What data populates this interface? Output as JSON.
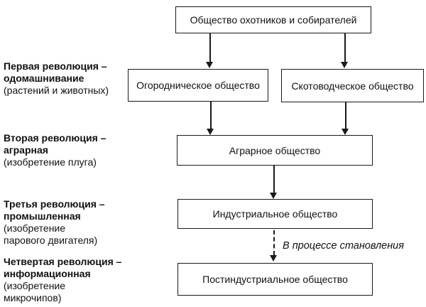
{
  "boxes": {
    "hunters": "Общество охотников и собирателей",
    "horticultural": "Огородническое общество",
    "pastoral": "Скотоводческое общество",
    "agrarian": "Аграрное общество",
    "industrial": "Индустриальное общество",
    "postindustrial": "Постиндустриальное общество"
  },
  "annotation": {
    "in_formation": "В процессе становления"
  },
  "revolutions": [
    {
      "title": "Первая революция –",
      "name": "одомашнивание",
      "note1": "(растений и животных)"
    },
    {
      "title": "Вторая революция –",
      "name": "аграрная",
      "note1": "(изобретение плуга)"
    },
    {
      "title": "Третья революция –",
      "name": "промышленная",
      "note1": "(изобретение",
      "note2": "парового двигателя)"
    },
    {
      "title": "Четвертая революция –",
      "name": "информационная",
      "note1": "(изобретение",
      "note2": "микрочипов)"
    }
  ],
  "colors": {
    "line": "#1a1a1a",
    "text": "#111111",
    "background": "#ffffff"
  }
}
